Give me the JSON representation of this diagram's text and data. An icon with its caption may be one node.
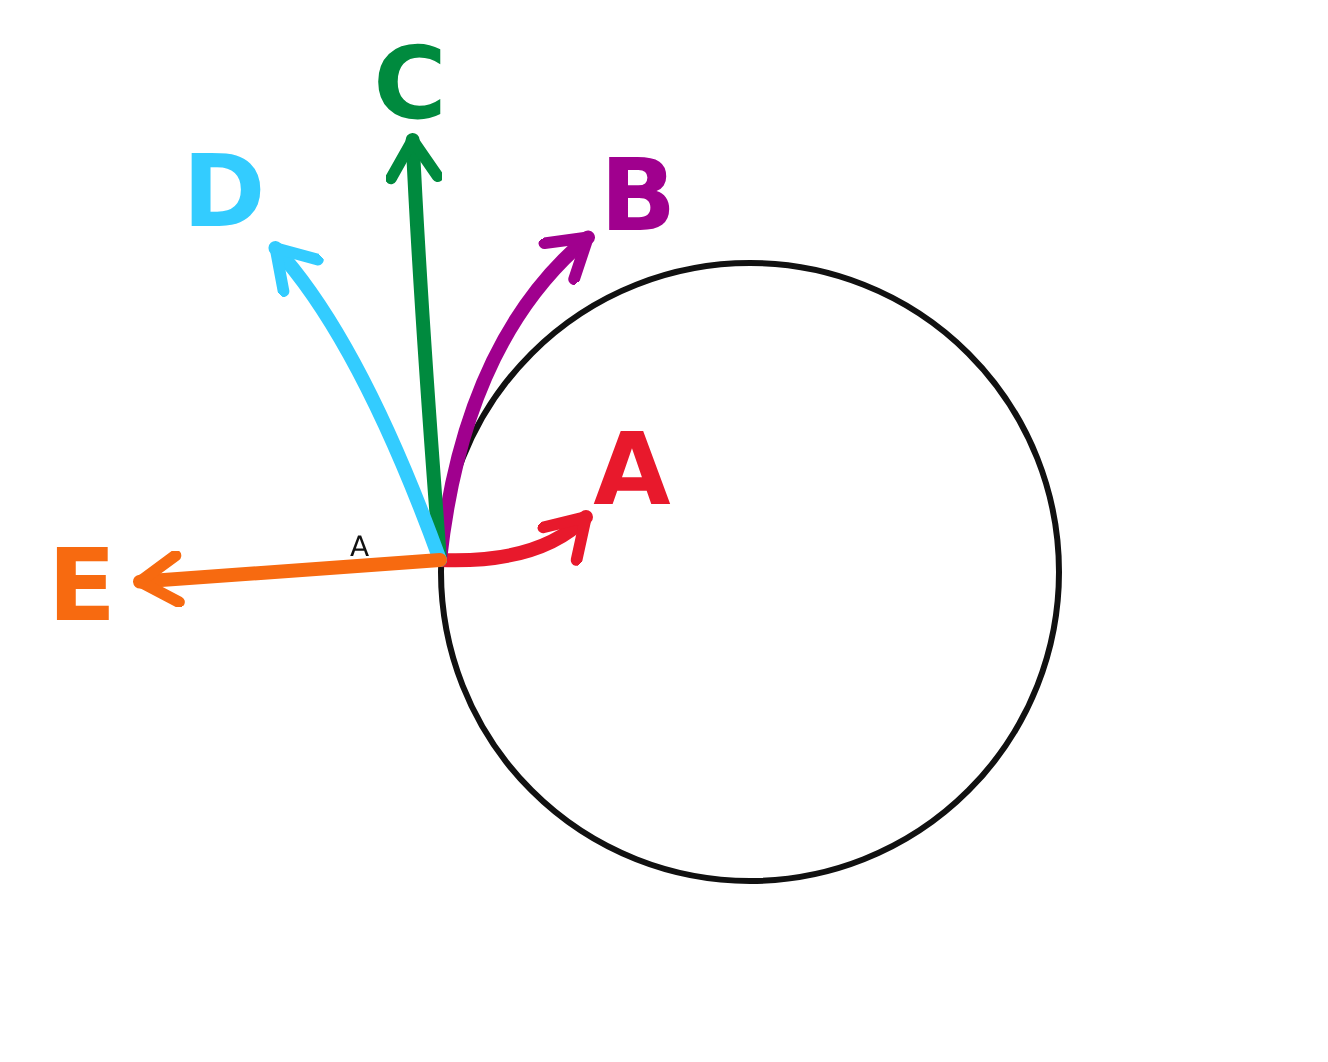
{
  "diagram": {
    "nodes": [
      {
        "text": [],
        "shape": "circle"
      },
      {
        "text": [
          "C"
        ]
      },
      {
        "text": [
          "D"
        ]
      },
      {
        "text": [
          "B"
        ]
      },
      {
        "text": [
          "A"
        ],
        "in": 0
      },
      {
        "text": [
          "E"
        ]
      }
    ],
    "edges": [
      {
        "from": 0,
        "to": 4,
        "arrow": "to",
        "color": "#e8192c"
      },
      {
        "from": 0,
        "to": 3,
        "arrow": "to",
        "color": "#a0008e"
      },
      {
        "from": 0,
        "to": 1,
        "arrow": "to",
        "color": "#008a3e"
      },
      {
        "from": 0,
        "to": 2,
        "arrow": "to",
        "color": "#33ccff"
      },
      {
        "from": 0,
        "to": 5,
        "arrow": "to",
        "color": "#f76a10"
      }
    ],
    "labels": [
      "A"
    ]
  }
}
